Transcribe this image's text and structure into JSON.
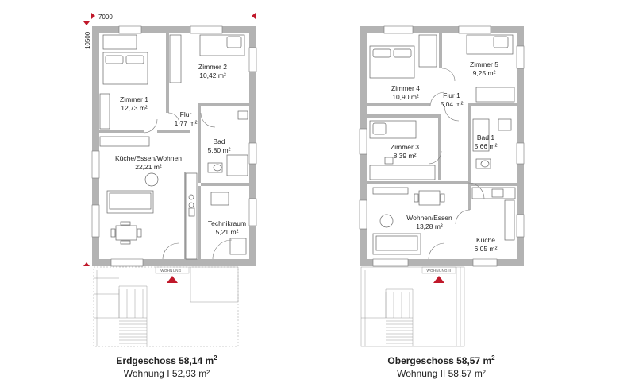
{
  "dimensions": {
    "width": "7000",
    "depth": "10500"
  },
  "floors": [
    {
      "id": "eg",
      "title": "Erdgeschoss 58,14 m",
      "title_sup": "2",
      "subtitle": "Wohnung I 52,93 m²",
      "entry_label": "WOHNUNG I",
      "rooms": [
        {
          "name": "Zimmer 2",
          "area": "10,42 m²"
        },
        {
          "name": "Zimmer 1",
          "area": "12,73 m²"
        },
        {
          "name": "Flur",
          "area": "1,77 m²"
        },
        {
          "name": "Bad",
          "area": "5,80 m²"
        },
        {
          "name": "Küche/Essen/Wohnen",
          "area": "22,21 m²"
        },
        {
          "name": "Technikraum",
          "area": "5,21 m²"
        }
      ]
    },
    {
      "id": "og",
      "title": "Obergeschoss 58,57 m",
      "title_sup": "2",
      "subtitle": "Wohnung II 58,57 m²",
      "entry_label": "WOHNUNG II",
      "rooms": [
        {
          "name": "Zimmer 5",
          "area": "9,25 m²"
        },
        {
          "name": "Zimmer 4",
          "area": "10,90 m²"
        },
        {
          "name": "Flur 1",
          "area": "5,04 m²"
        },
        {
          "name": "Bad 1",
          "area": "5,66 m²"
        },
        {
          "name": "Zimmer 3",
          "area": "8,39 m²"
        },
        {
          "name": "Wohnen/Essen",
          "area": "13,28 m²"
        },
        {
          "name": "Küche",
          "area": "6,05 m²"
        }
      ]
    }
  ],
  "colors": {
    "wall": "#b3b3b3",
    "line": "#555555",
    "accent": "#c0182a"
  }
}
